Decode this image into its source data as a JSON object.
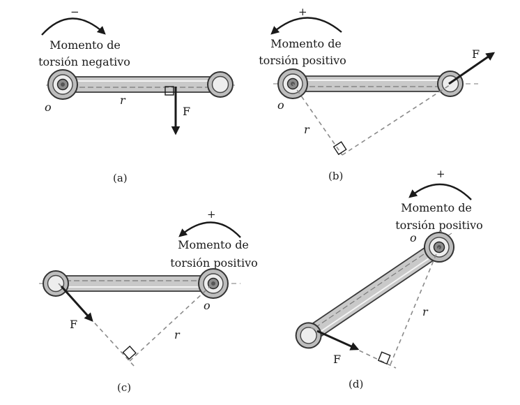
{
  "panels": {
    "a": {
      "sign": "−",
      "torque_line1": "Momento de",
      "torque_line2": "torsión negativo",
      "pivot": "o",
      "lever": "r",
      "force": "F",
      "caption": "(a)"
    },
    "b": {
      "sign": "+",
      "torque_line1": "Momento de",
      "torque_line2": "torsión positivo",
      "pivot": "o",
      "lever": "r",
      "force": "F",
      "caption": "(b)"
    },
    "c": {
      "sign": "+",
      "torque_line1": "Momento de",
      "torque_line2": "torsión positivo",
      "pivot": "o",
      "lever": "r",
      "force": "F",
      "caption": "(c)"
    },
    "d": {
      "sign": "+",
      "torque_line1": "Momento de",
      "torque_line2": "torsión positivo",
      "pivot": "o",
      "lever": "r",
      "force": "F",
      "caption": "(d)"
    }
  }
}
